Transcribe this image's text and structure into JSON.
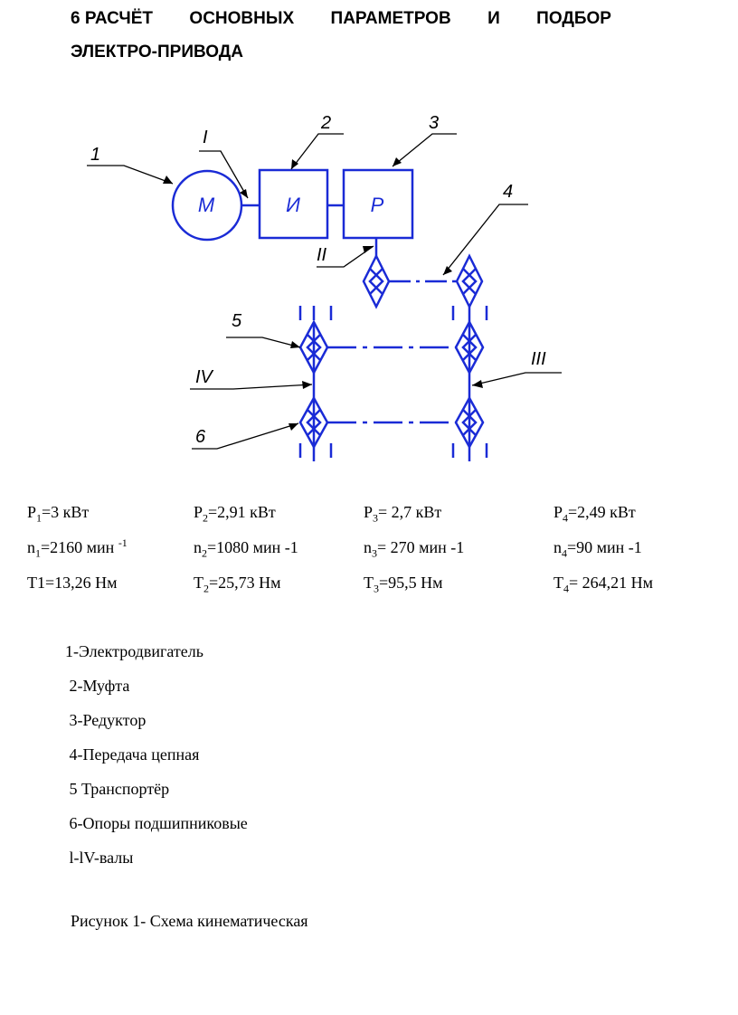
{
  "heading": {
    "w1": "6 РАСЧЁТ",
    "w2": "ОСНОВНЫХ",
    "w3": "ПАРАМЕТРОВ",
    "w4": "И",
    "w5": "ПОДБОР",
    "line2": "ЭЛЕКТРО-ПРИВОДА"
  },
  "diagram": {
    "color": "#1a2bd6",
    "box_motor": "М",
    "box_coupling": "И",
    "box_reducer": "Р",
    "callout_1": "1",
    "callout_2": "2",
    "callout_3": "3",
    "callout_4": "4",
    "callout_5": "5",
    "callout_6": "6",
    "shaft_I": "I",
    "shaft_II": "II",
    "shaft_III": "III",
    "shaft_IV": "IV"
  },
  "params": {
    "P": [
      {
        "sym": "P",
        "sub": "1",
        "val": "=3 кВт"
      },
      {
        "sym": "P",
        "sub": "2",
        "val": "=2,91 кВт"
      },
      {
        "sym": "P",
        "sub": "3",
        "val": "= 2,7 кВт"
      },
      {
        "sym": "P",
        "sub": "4",
        "val": "=2,49 кВт"
      }
    ],
    "n": [
      {
        "sym": "n",
        "sub": "1",
        "val": "=2160 мин ",
        "sup": "-1"
      },
      {
        "sym": "n",
        "sub": "2",
        "val": "=1080 мин -1"
      },
      {
        "sym": "n",
        "sub": "3",
        "val": "= 270 мин -1"
      },
      {
        "sym": "n",
        "sub": "4",
        "val": "=90 мин -1"
      }
    ],
    "T": [
      {
        "text": "T1=13,26  Нм"
      },
      {
        "sym": "T",
        "sub": "2",
        "val": "=25,73  Нм"
      },
      {
        "sym": "T",
        "sub": "3",
        "val": "=95,5  Нм"
      },
      {
        "sym": "T",
        "sub": "4",
        "val": "= 264,21  Нм"
      }
    ]
  },
  "legend": [
    "1-Электродвигатель",
    " 2-Муфта",
    " 3-Редуктор",
    " 4-Передача цепная",
    " 5 Транспортёр",
    " 6-Опоры подшипниковые",
    " l-lV-валы"
  ],
  "caption": "Рисунок 1- Схема кинематическая"
}
